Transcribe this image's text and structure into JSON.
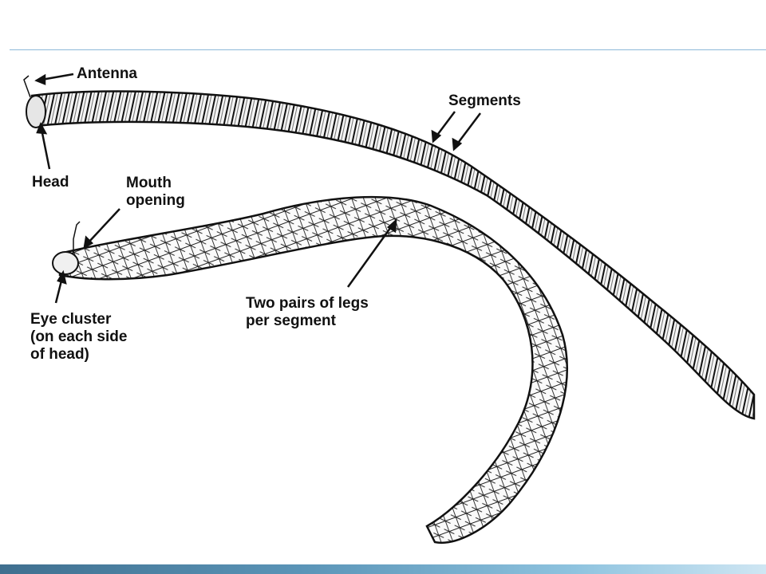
{
  "labels": {
    "antenna": "Antenna",
    "segments": "Segments",
    "head": "Head",
    "mouth_opening": [
      "Mouth",
      "opening"
    ],
    "eye_cluster": [
      "Eye cluster",
      "(on each side",
      "of head)"
    ],
    "legs": [
      "Two pairs of legs",
      "per segment"
    ]
  },
  "colors": {
    "ink": "#111111",
    "accent_line": "#8cb8d8"
  }
}
